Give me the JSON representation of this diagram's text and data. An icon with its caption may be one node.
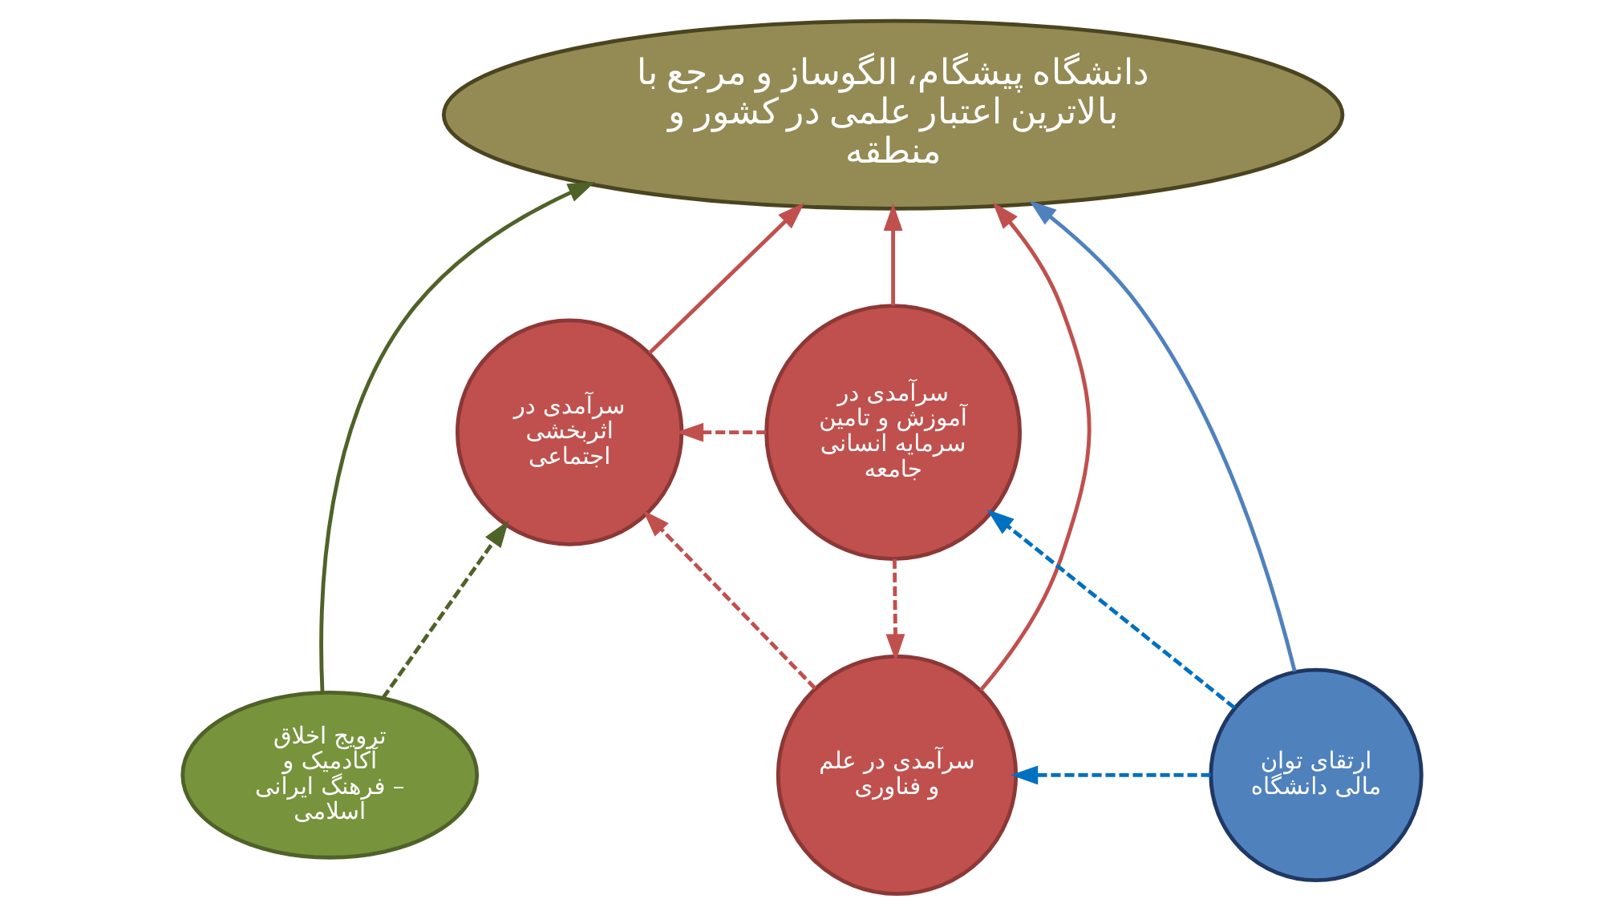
{
  "diagram": {
    "nodes": [
      {
        "text": [
          "دانشگاه پیشگام، الگوساز و مرجع با بالاترین اعتبار علمی در کشور و منطقه"
        ]
      },
      {
        "text": [
          "ترویج اخلاق آکادمیک و فرهنگ ایرانی – اسلامی"
        ]
      },
      {
        "text": [
          "سرآمدی در اثربخشی اجتماعی"
        ]
      },
      {
        "text": [
          "سرآمدی در آموزش و تامین سرمایه انسانی جامعه"
        ]
      },
      {
        "text": [
          "سرآمدی در علم و فناوری"
        ]
      },
      {
        "text": [
          "ارتقای توان مالی دانشگاه"
        ]
      }
    ],
    "edges": [
      {
        "from": 1,
        "to": 0,
        "arrow": "to",
        "color": "#4f6228"
      },
      {
        "from": 2,
        "to": 0,
        "arrow": "to",
        "color": "#c0504d"
      },
      {
        "from": 4,
        "to": 0,
        "arrow": "to",
        "color": "#c0504d"
      },
      {
        "from": 3,
        "to": 0,
        "arrow": "to",
        "color": "#c0504d"
      },
      {
        "from": 5,
        "to": 0,
        "arrow": "to",
        "color": "#4f81bd"
      },
      {
        "from": 1,
        "to": 2,
        "arrow": "to",
        "style": "dashed",
        "color": "#4f6228"
      },
      {
        "from": 3,
        "to": 2,
        "arrow": "to",
        "style": "dashed",
        "color": "#c0504d"
      },
      {
        "from": 4,
        "to": 2,
        "arrow": "to",
        "style": "dashed",
        "color": "#c0504d"
      },
      {
        "from": 3,
        "to": 4,
        "arrow": "to",
        "style": "dashed",
        "color": "#c0504d"
      },
      {
        "from": 5,
        "to": 3,
        "arrow": "to",
        "style": "dashed",
        "color": "#0070c0"
      },
      {
        "from": 5,
        "to": 4,
        "arrow": "to",
        "style": "dashed",
        "color": "#0070c0"
      }
    ]
  }
}
